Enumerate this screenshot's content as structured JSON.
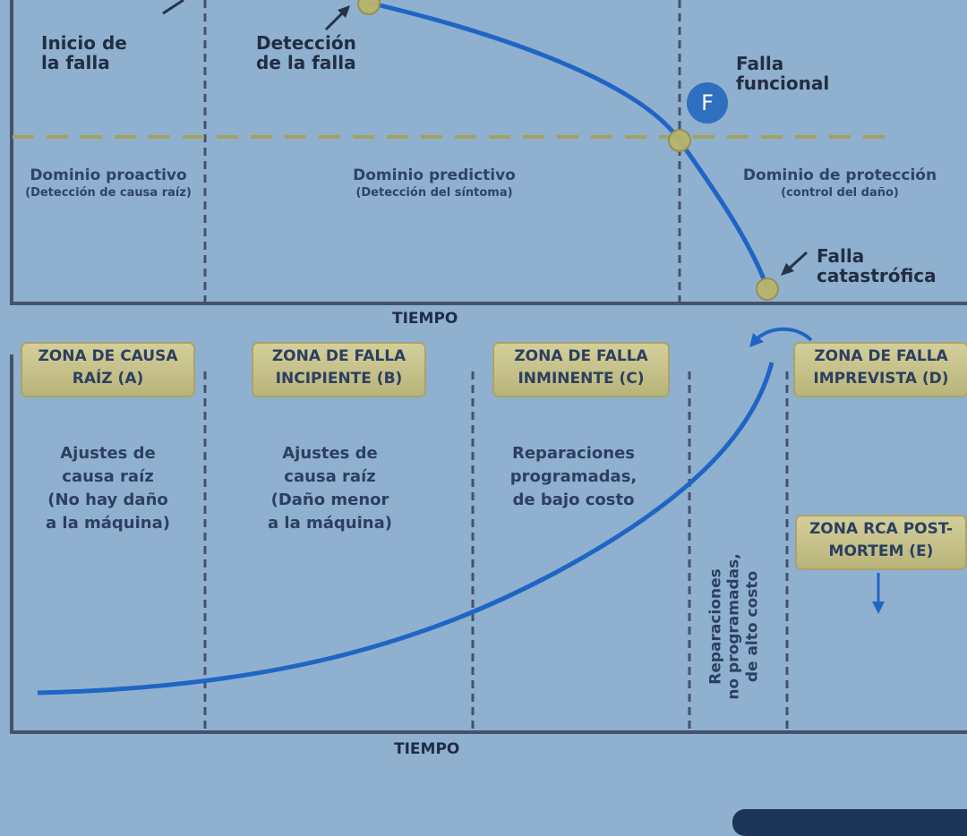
{
  "top_chart": {
    "labels": {
      "failure_start": [
        "Inicio de",
        "la falla"
      ],
      "failure_detection": [
        "Detección",
        "de la falla"
      ],
      "functional_failure": [
        "Falla",
        "funcional"
      ],
      "functional_failure_badge": "F",
      "catastrophic_failure": [
        "Falla",
        "catastrófica"
      ]
    },
    "domains": [
      {
        "title": "Dominio proactivo",
        "subtitle": "(Detección de causa raíz)"
      },
      {
        "title": "Dominio predictivo",
        "subtitle": "(Detección del síntoma)"
      },
      {
        "title": "Dominio de protección",
        "subtitle": "(control del daño)"
      }
    ],
    "x_axis_label": "TIEMPO"
  },
  "bottom_chart": {
    "zones": [
      {
        "lines": [
          "ZONA DE CAUSA",
          "RAÍZ (A)"
        ]
      },
      {
        "lines": [
          "ZONA DE FALLA",
          "INCIPIENTE (B)"
        ]
      },
      {
        "lines": [
          "ZONA DE FALLA",
          "INMINENTE (C)"
        ]
      },
      {
        "lines": [
          "ZONA DE FALLA",
          "IMPREVISTA (D)"
        ]
      },
      {
        "lines": [
          "ZONA RCA POST-",
          "MORTEM (E)"
        ]
      }
    ],
    "descriptions": [
      [
        "Ajustes de",
        "causa raíz",
        "(No hay daño",
        "a la máquina)"
      ],
      [
        "Ajustes de",
        "causa raíz",
        "(Daño menor",
        "a la máquina)"
      ],
      [
        "Reparaciones",
        "programadas,",
        "de bajo costo"
      ]
    ],
    "vertical_note": [
      "Reparaciones",
      "no programadas,",
      "de alto costo"
    ],
    "x_axis_label": "TIEMPO"
  },
  "colors": {
    "background": "#8fb0cf",
    "curve": "#1f66c4",
    "axis": "#44526b",
    "threshold_dash": "#a6a15c",
    "marker": "#b9b56d",
    "zone_fill": "#c9c58b",
    "badge": "#2e6fc0"
  }
}
